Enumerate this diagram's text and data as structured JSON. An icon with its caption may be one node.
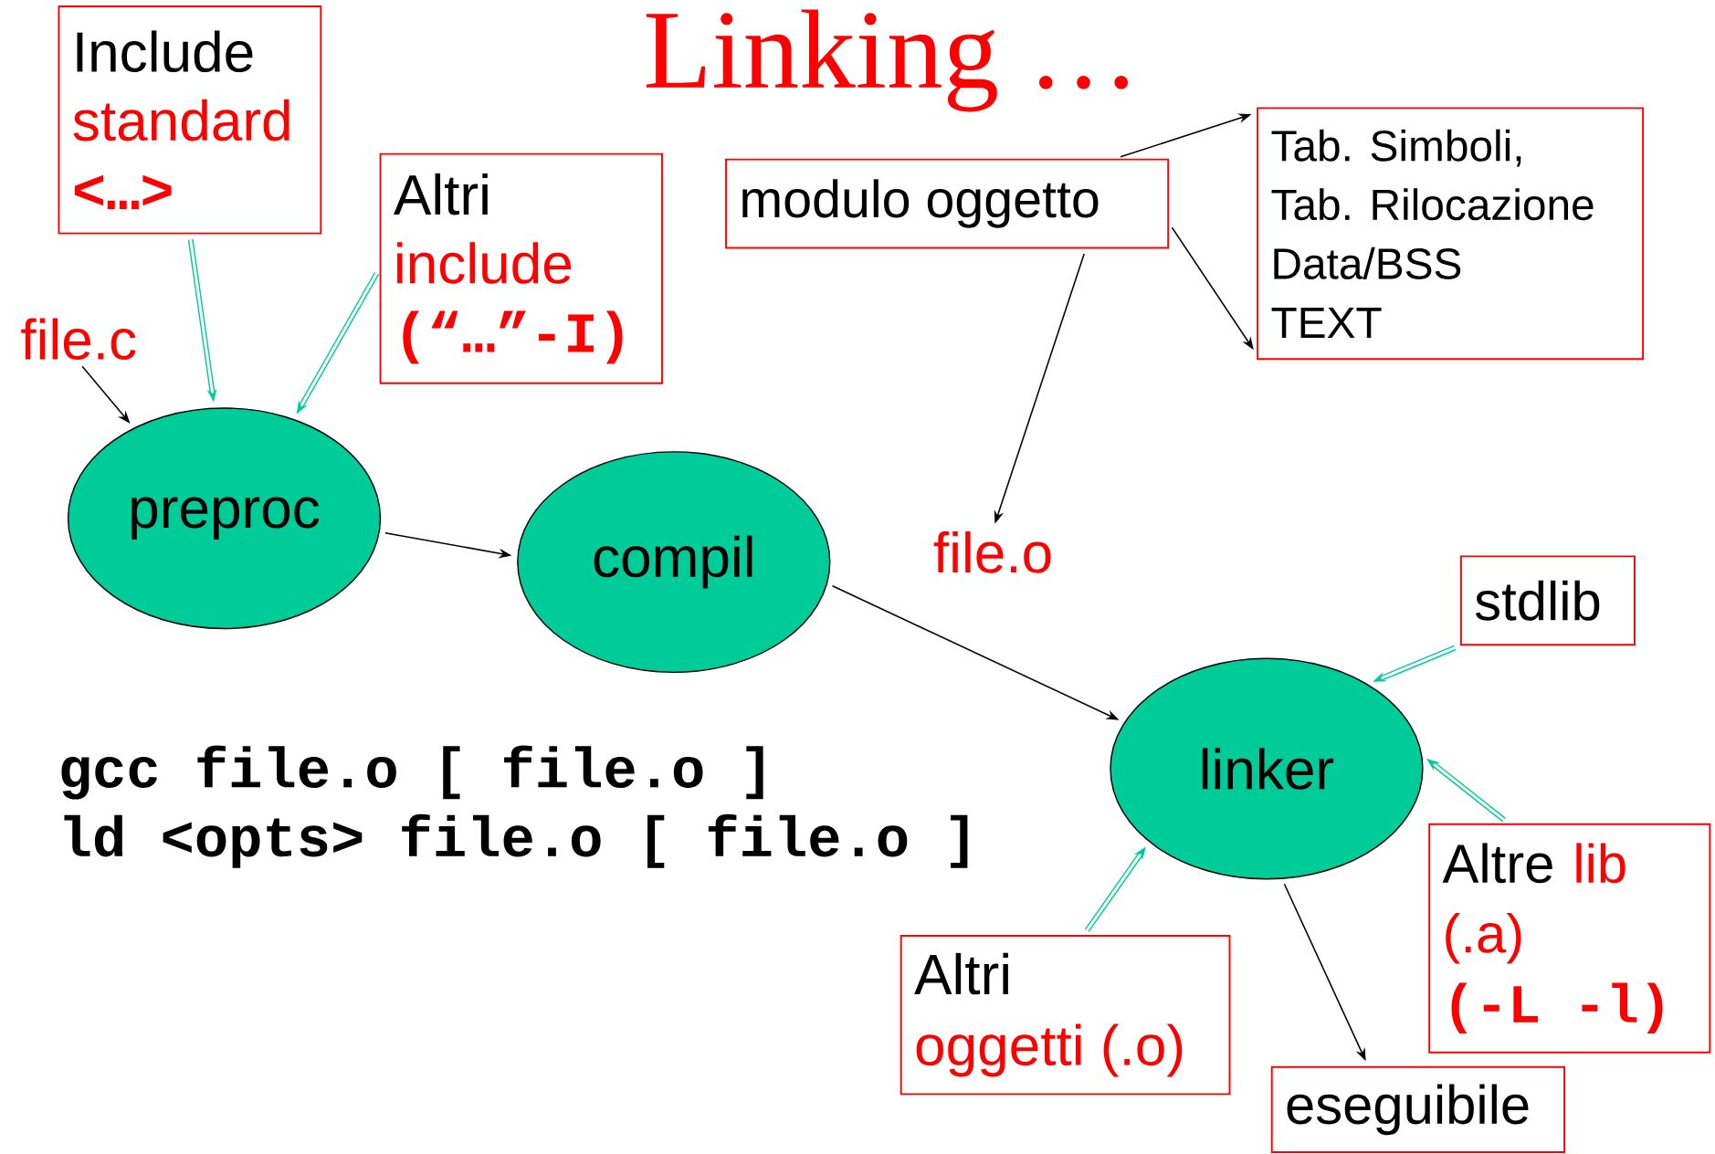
{
  "diagram": {
    "title": "Linking …",
    "nodes": [
      {
        "text": [
          "Include",
          "standard",
          "<…>"
        ]
      },
      {
        "text": [
          "Altri",
          "include",
          "(“…”-I)"
        ]
      },
      {
        "text": [
          "file.c"
        ]
      },
      {
        "text": [
          "preproc"
        ]
      },
      {
        "text": [
          "compil"
        ]
      },
      {
        "text": [
          "modulo oggetto"
        ]
      },
      {
        "text": [
          "Tab. Simboli,",
          "Tab. Rilocazione",
          "Data/BSS",
          "TEXT"
        ]
      },
      {
        "text": [
          "file.o"
        ]
      },
      {
        "text": [
          "linker"
        ]
      },
      {
        "text": [
          "stdlib"
        ]
      },
      {
        "text": [
          "Altre",
          "lib",
          "(.a)",
          "(-L -l)"
        ]
      },
      {
        "text": [
          "Altri",
          "oggetti (.o)"
        ]
      },
      {
        "text": [
          "eseguibile"
        ]
      }
    ],
    "edges": [
      {
        "from": 2,
        "to": 3,
        "arrow": "to"
      },
      {
        "from": 0,
        "to": 3,
        "arrow": "to",
        "style": "thick",
        "color": "#00cc99"
      },
      {
        "from": 1,
        "to": 3,
        "arrow": "to",
        "style": "thick",
        "color": "#00cc99"
      },
      {
        "from": 3,
        "to": 4,
        "arrow": "to"
      },
      {
        "from": 4,
        "to": 8,
        "arrow": "to"
      },
      {
        "from": 5,
        "to": 6,
        "arrow": "to"
      },
      {
        "from": 5,
        "to": 6,
        "arrow": "to"
      },
      {
        "from": 5,
        "to": 7,
        "arrow": "to"
      },
      {
        "from": 9,
        "to": 8,
        "arrow": "to",
        "style": "thick",
        "color": "#00cc99"
      },
      {
        "from": 10,
        "to": 8,
        "arrow": "to",
        "style": "thick",
        "color": "#00cc99"
      },
      {
        "from": 11,
        "to": 8,
        "arrow": "to",
        "style": "thick",
        "color": "#00cc99"
      },
      {
        "from": 8,
        "to": 12,
        "arrow": "to"
      }
    ],
    "labels": [
      "gcc file.o [ file.o ]",
      "ld <opts> file.o [ file.o ]"
    ]
  }
}
